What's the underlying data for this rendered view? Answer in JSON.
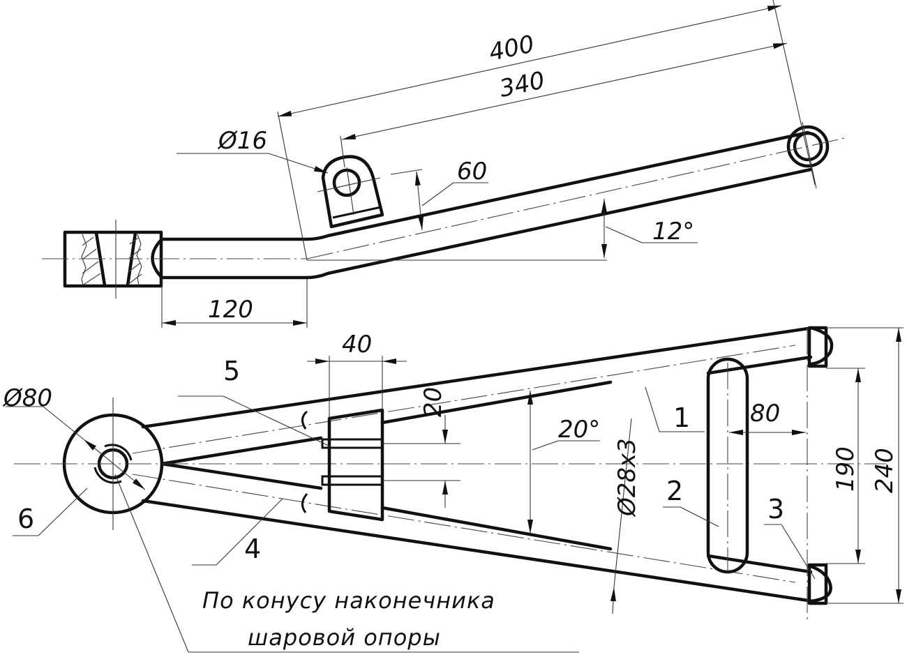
{
  "drawing": {
    "title": "A-arm (lower wishbone) assembly drawing",
    "side_view": {
      "dimensions": {
        "overall_length": "400",
        "eye_to_eye": "340",
        "bracket_diameter": "Ø16",
        "bracket_height": "60",
        "angle": "12°",
        "straight_section": "120"
      }
    },
    "plan_view": {
      "dimensions": {
        "ball_joint_diameter": "Ø80",
        "gusset_width": "40",
        "gusset_gap": "20",
        "arm_angle": "20°",
        "tube_size": "Ø28x3",
        "crossbar_offset": "80",
        "inner_span": "190",
        "outer_span": "240"
      },
      "positions": [
        "1",
        "2",
        "3",
        "4",
        "5",
        "6"
      ],
      "note_line1": "По конусу наконечника",
      "note_line2": "шаровой опоры"
    }
  }
}
